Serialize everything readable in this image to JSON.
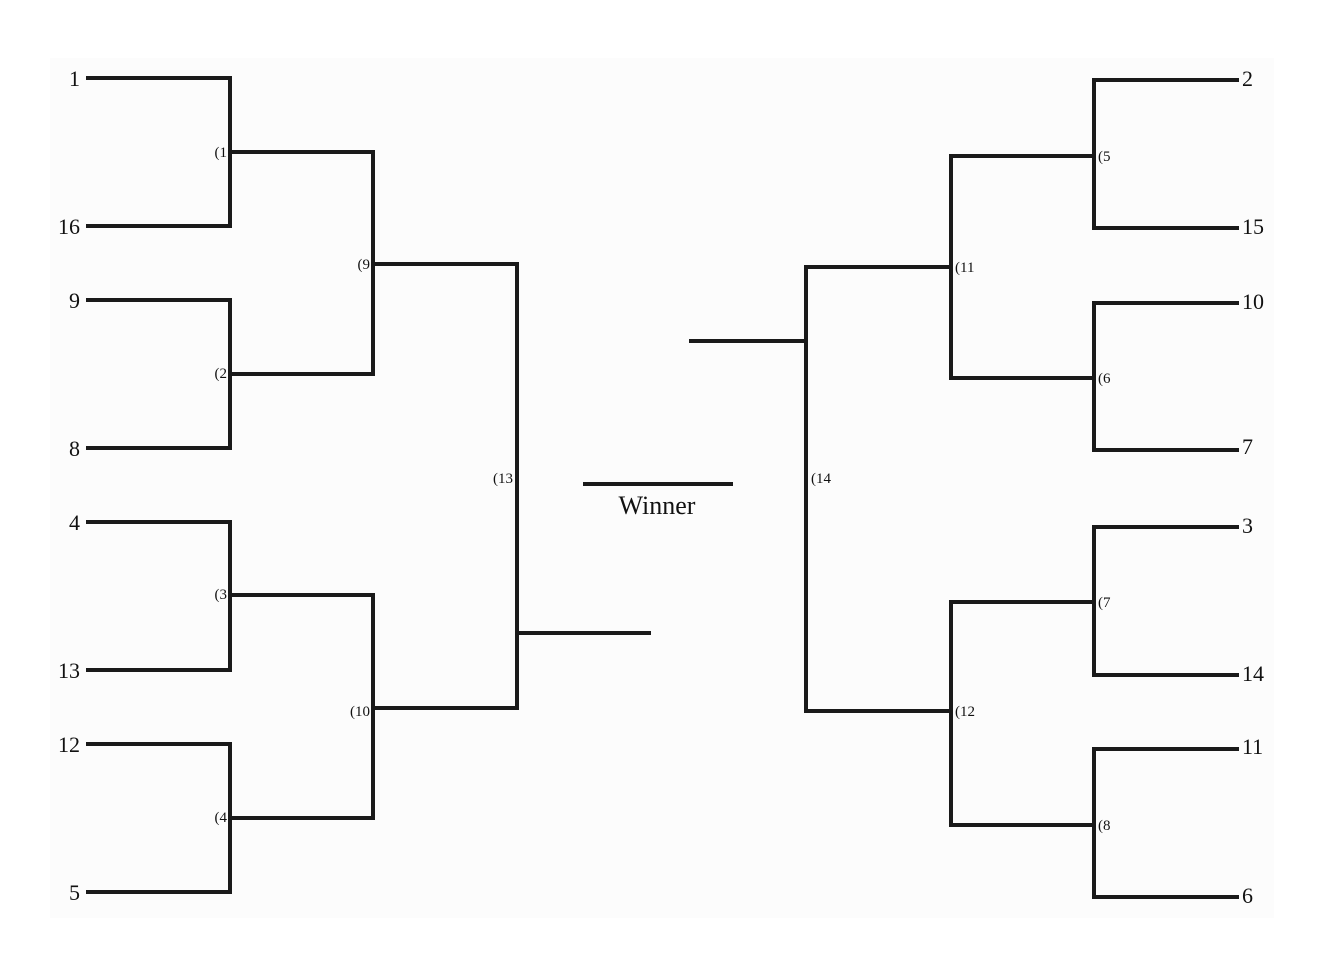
{
  "bracket": {
    "winner_label": "Winner",
    "left_seeds": [
      "1",
      "16",
      "9",
      "8",
      "4",
      "13",
      "12",
      "5"
    ],
    "right_seeds": [
      "2",
      "15",
      "10",
      "7",
      "3",
      "14",
      "11",
      "6"
    ],
    "games": {
      "g1": "(1",
      "g2": "(2",
      "g3": "(3",
      "g4": "(4",
      "g5": "(5",
      "g6": "(6",
      "g7": "(7",
      "g8": "(8",
      "g9": "(9",
      "g10": "(10",
      "g11": "(11",
      "g12": "(12",
      "g13": "(13",
      "g14": "(14"
    }
  }
}
